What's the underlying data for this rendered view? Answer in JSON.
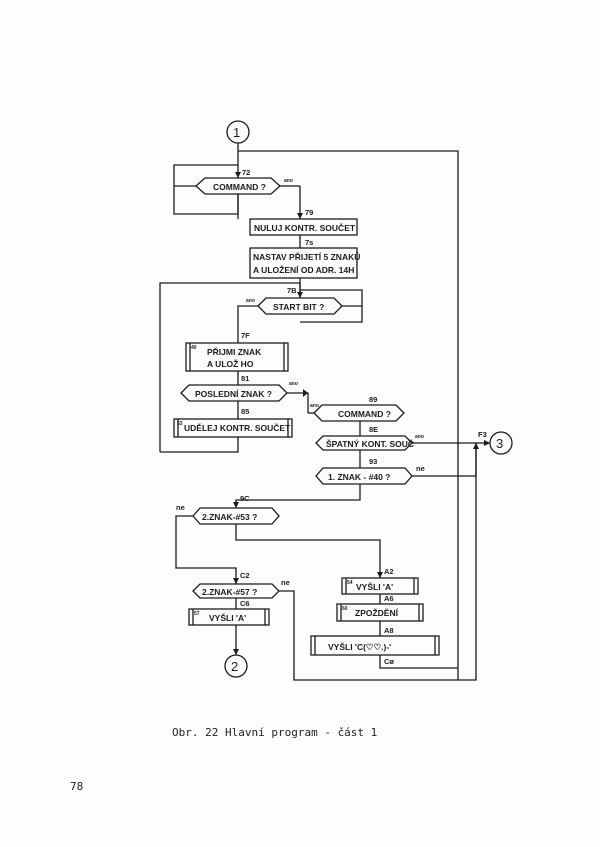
{
  "connectors": {
    "c1": "1",
    "c2": "2",
    "c3": "3"
  },
  "labels": {
    "yes": "ano",
    "no": "ne"
  },
  "boxes": {
    "command1": "COMMAND ?",
    "nuluj": "NULUJ KONTR. SOUČET",
    "nastav_line1": "NASTAV PŘIJETÍ 5 ZNAKŮ",
    "nastav_line2": "A ULOŽENÍ OD ADR. 14H",
    "startbit": "START BIT ?",
    "prijmi_line1": "PŘIJMI ZNAK",
    "prijmi_line2": "A ULOŽ HO",
    "posledni": "POSLEDNÍ ZNAK ?",
    "udelej": "UDĚLEJ KONTR. SOUČET",
    "command2": "COMMAND ?",
    "spatny": "ŠPATNÝ KONT. SOUČ",
    "znak1": "1. ZNAK - #40 ?",
    "znak2_53": "2.ZNAK-#53 ?",
    "znak2_57": "2.ZNAK-#57 ?",
    "vysli_a_left": "VYŠLI 'A'",
    "vysli_a_right": "VYŠLI 'A'",
    "zpozdeni": "ZPOŽDĚNÍ",
    "vysli_c": "VYŠLI 'C(♡♡.)-'"
  },
  "addresses": {
    "a72": "72",
    "a79": "79",
    "a7s": "7s",
    "a7b": "7B",
    "a7f": "7F",
    "a81": "81",
    "a85": "85",
    "a89": "89",
    "a8e": "8E",
    "a93": "93",
    "a9c": "9C",
    "c2": "C2",
    "c6": "C6",
    "a2": "A2",
    "a6": "A6",
    "a8": "A8",
    "c0": "Cø",
    "f3": "F3"
  },
  "corner_tags": {
    "prijmi": "40",
    "udelej": "53",
    "vysli_left": "57",
    "vysli_right": "54",
    "zpozdeni": "60"
  },
  "caption": "Obr. 22 Hlavní program - část 1",
  "page_number": "78"
}
